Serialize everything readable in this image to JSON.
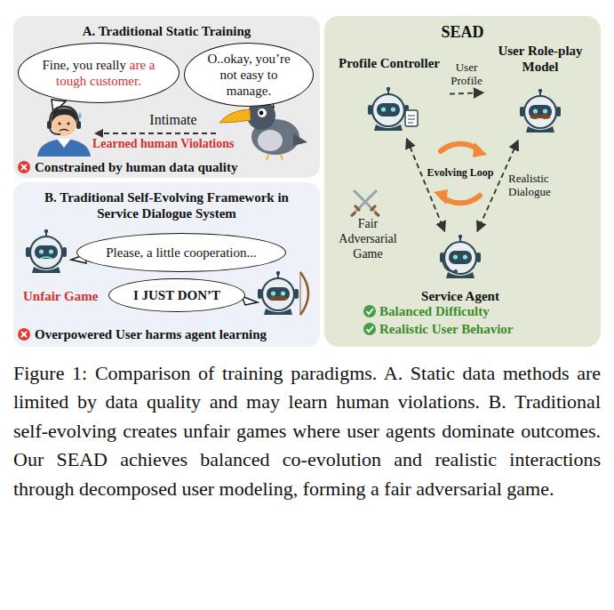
{
  "diagram": {
    "caption": "Figure 1: Comparison of training paradigms. A. Static data methods are limited by data quality and may learn human violations. B. Traditional self-evolving creates unfair games where user agents dominate outcomes. Our SEAD achieves balanced co-evolution and realistic interactions through decomposed user modeling, forming a fair adversarial game.",
    "nodes": [
      {
        "text": [
          "A. Traditional Static Training"
        ]
      },
      {
        "text": [
          "Fine, you really",
          "are a tough customer."
        ],
        "in": 0
      },
      {
        "text": [
          "O..okay, you’re not easy to manage."
        ],
        "in": 0
      },
      {
        "text": [
          "B. Traditional Self-Evolving Framework in Service Dialogue System"
        ]
      },
      {
        "text": [
          "Please, a little cooperation..."
        ],
        "in": 3
      },
      {
        "text": [
          "I JUST DON’T"
        ],
        "in": 3
      },
      {
        "text": [
          "SEAD"
        ]
      },
      {
        "text": [
          "Profile Controller"
        ],
        "in": 6
      },
      {
        "text": [
          "User Role-play Model"
        ],
        "in": 6
      },
      {
        "text": [
          "Service Agent"
        ],
        "in": 6
      }
    ],
    "edges": [
      {
        "from": 7,
        "to": 8,
        "label": "User Profile",
        "arrow": "to"
      },
      {
        "from": 7,
        "to": 9,
        "arrow": "both"
      },
      {
        "from": 8,
        "to": 9,
        "label": "Realistic Dialogue",
        "arrow": "both"
      }
    ],
    "labels": [
      "Intimate",
      "Learned human Violations",
      "Constrained by human data quality",
      "Unfair Game",
      "Overpowered User harms agent learning",
      "Evolving Loop",
      "Fair Adversarial Game",
      "Balanced Difficulty",
      "Realistic User Behavior"
    ]
  }
}
